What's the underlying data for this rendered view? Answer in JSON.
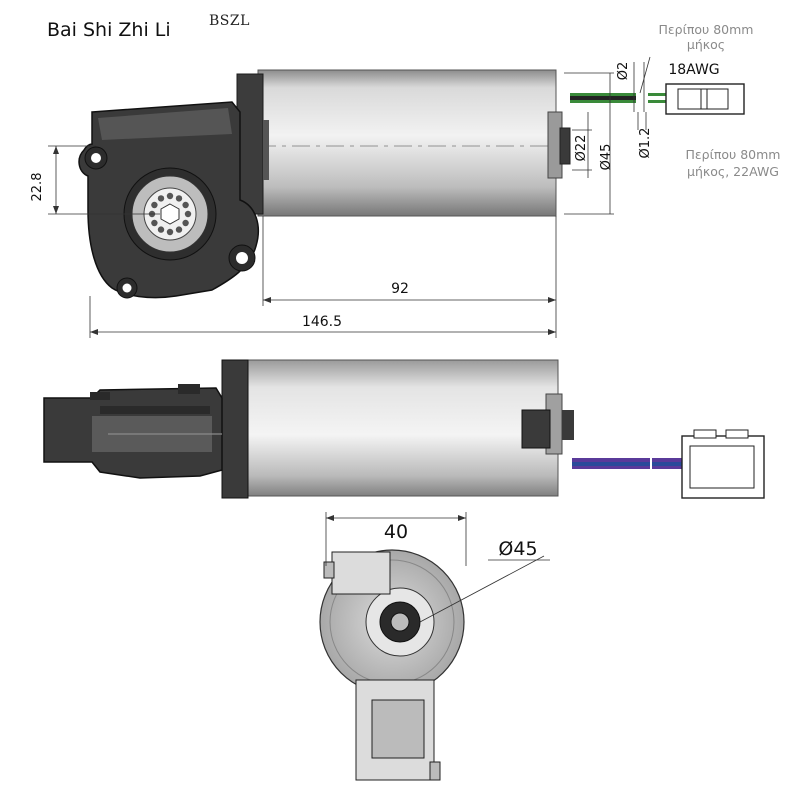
{
  "brand": {
    "name": "Bai Shi Zhi Li",
    "watermark": "BSZL"
  },
  "dimensions": {
    "gear_height": "22.8",
    "wire_18awg_dia": "Ø2",
    "wire_22awg_dia": "Ø1.2",
    "shaft_dia": "Ø22",
    "motor_dia": "Ø45",
    "motor_length": "92",
    "total_length": "146.5",
    "end_width": "40",
    "end_dia": "Ø45"
  },
  "notes": {
    "wire_18awg_length_line1": "Περίπου 80mm",
    "wire_18awg_length_line2": "μήκος",
    "wire_18awg_gauge": "18AWG",
    "wire_22awg_line1": "Περίπου 80mm",
    "wire_22awg_line2": "μήκος, 22AWG"
  },
  "colors": {
    "motor_body": "#d6d6d6",
    "gearbox": "#3a3a3a",
    "wire_green": "#3a8a3a",
    "wire_purple": "#5a3a9a",
    "wire_blue": "#2a4a9a"
  }
}
